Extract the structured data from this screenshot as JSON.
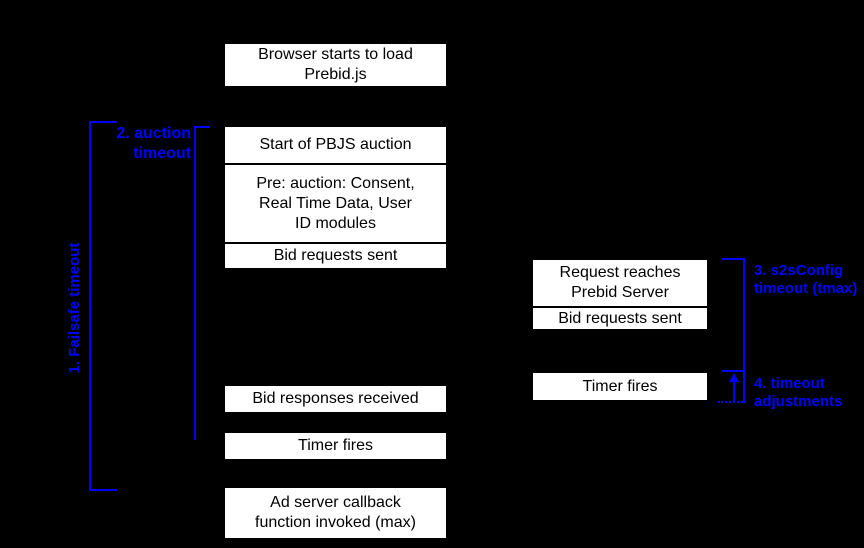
{
  "colors": {
    "background": "#000000",
    "box_bg": "#ffffff",
    "box_text": "#000000",
    "annotation_blue": "#0000ff"
  },
  "timeline_left": {
    "browser_load": "Browser starts to load\nPrebid.js",
    "auction_start": "Start of PBJS auction",
    "pre_auction": "Pre: auction: Consent,\nReal Time Data, User\nID modules",
    "bid_requests_sent": "Bid requests sent",
    "bid_responses_received": "Bid responses received",
    "timer_fires": "Timer fires",
    "ad_server_callback": "Ad server callback\nfunction invoked (max)"
  },
  "timeline_right": {
    "request_reaches_server": "Request reaches\nPrebid Server",
    "bid_requests_sent": "Bid requests sent",
    "timer_fires": "Timer fires"
  },
  "annotations": {
    "failsafe_timeout": "1. Failsafe timeout",
    "auction_timeout": "2. auction\ntimeout",
    "s2s_timeout": "3. s2sConfig\ntimeout (tmax)",
    "timeout_adjustments": "4. timeout\nadjustments"
  }
}
